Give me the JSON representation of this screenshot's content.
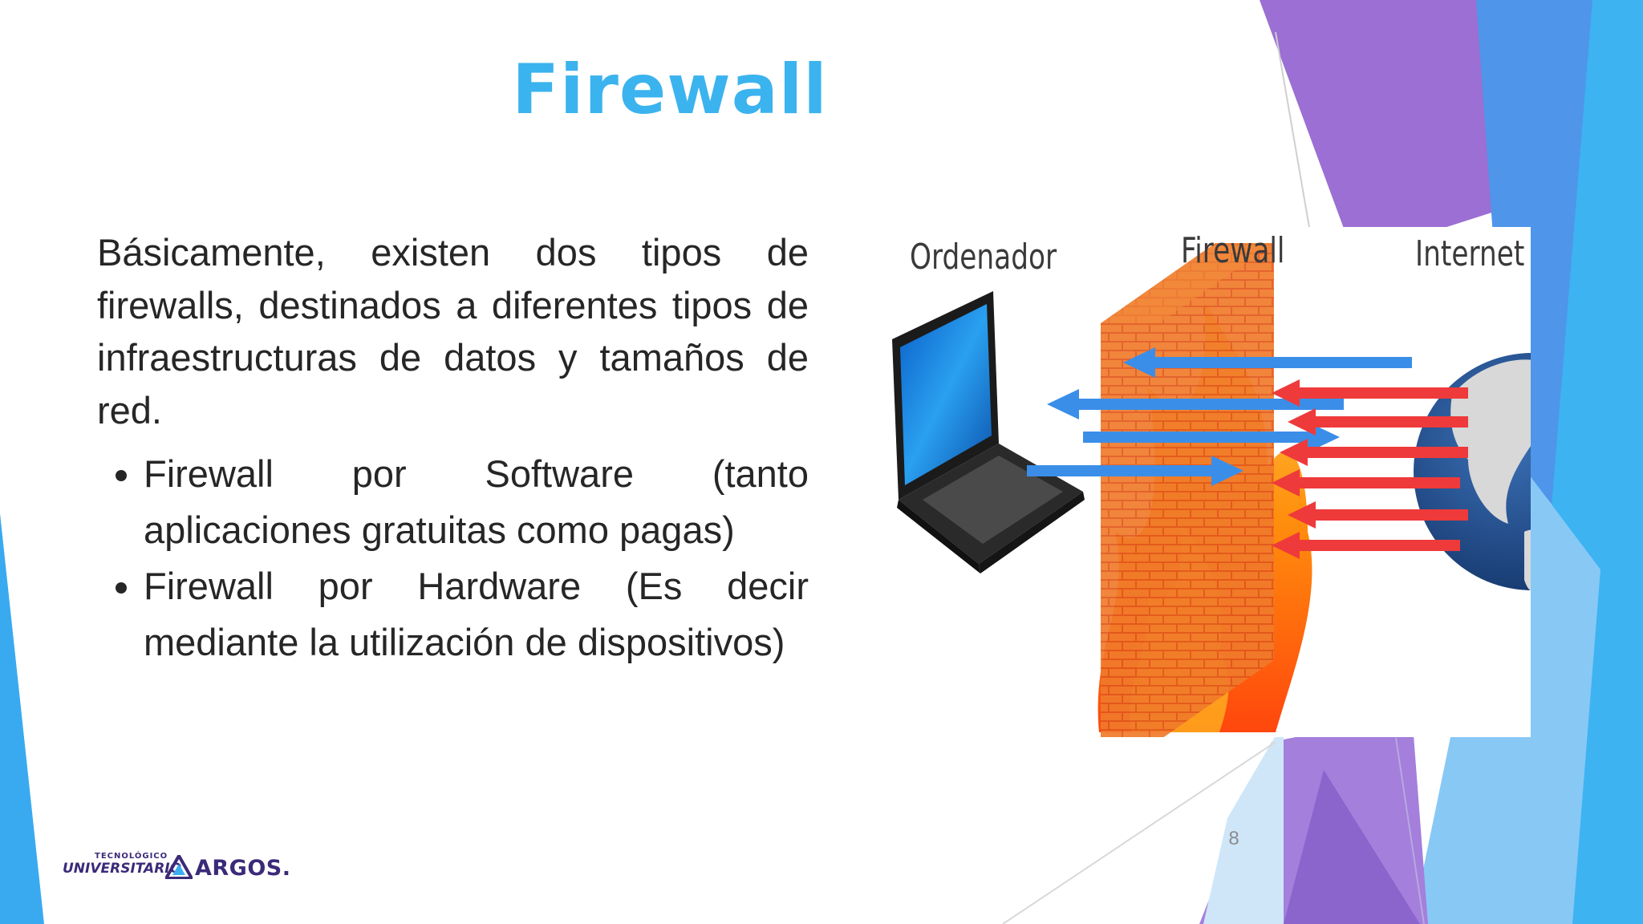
{
  "slide": {
    "title": "Firewall",
    "intro": "Básicamente, existen dos tipos de firewalls, destinados a diferentes tipos de infraestructuras de datos y tamaños de red.",
    "bullets": [
      "Firewall por Software (tanto aplicaciones gratuitas como pagas)",
      "Firewall por Hardware (Es decir mediante la utilización de dispositivos)"
    ],
    "page_number": "8"
  },
  "figure": {
    "label_computer": "Ordenador",
    "label_firewall": "Firewall",
    "label_internet": "Internet"
  },
  "logo": {
    "small": "TECNOLÓGICO",
    "left": "UNIVERSITARIO",
    "right": "ARGOS."
  },
  "colors": {
    "title": "#3bb3ee",
    "accent_purple": "#9b6fd3",
    "accent_blue": "#3aaef0",
    "arrow_blue": "#3b8ee8",
    "arrow_red": "#ee3a3a"
  }
}
